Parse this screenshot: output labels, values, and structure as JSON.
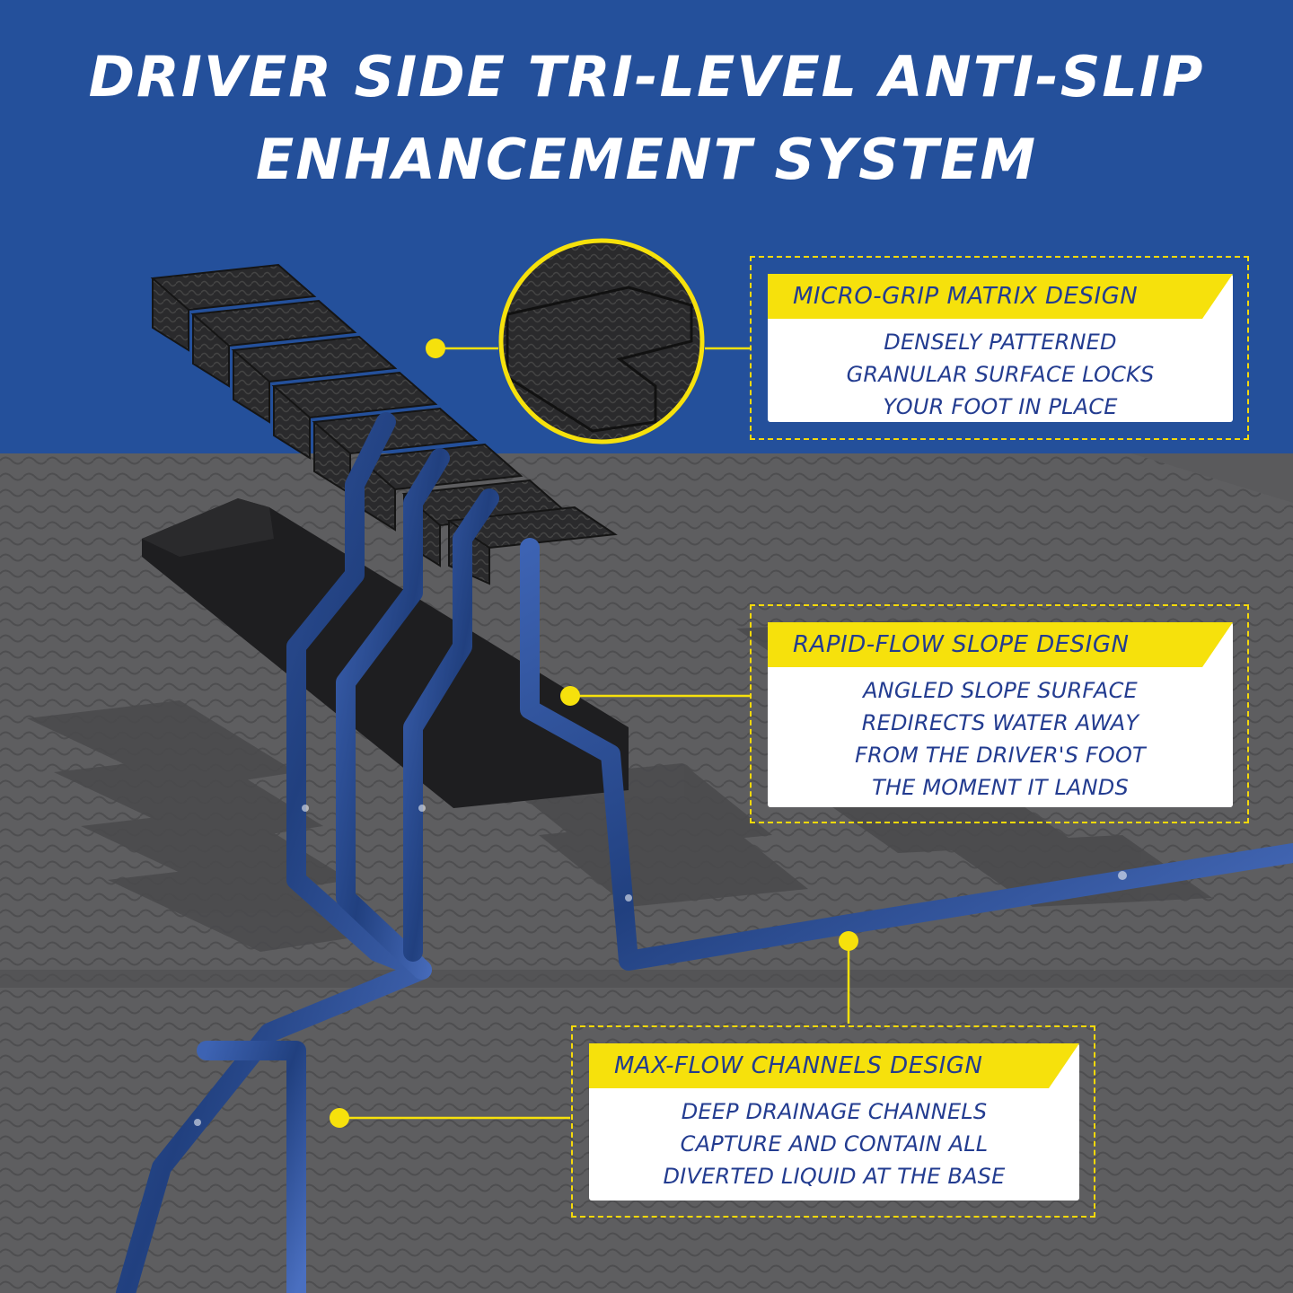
{
  "headline": {
    "line1": "DRIVER SIDE TRI-LEVEL ANTI-SLIP",
    "line2": "ENHANCEMENT SYSTEM"
  },
  "callouts": [
    {
      "title": "MICRO-GRIP MATRIX DESIGN",
      "lines": [
        "DENSELY PATTERNED",
        "GRANULAR SURFACE LOCKS",
        "YOUR FOOT IN PLACE"
      ]
    },
    {
      "title": "RAPID-FLOW SLOPE DESIGN",
      "lines": [
        "ANGLED SLOPE SURFACE",
        "REDIRECTS WATER AWAY",
        "FROM THE DRIVER'S FOOT",
        "THE MOMENT IT LANDS"
      ]
    },
    {
      "title": "MAX-FLOW CHANNELS DESIGN",
      "lines": [
        "DEEP DRAINAGE CHANNELS",
        "CAPTURE AND CONTAIN ALL",
        "DIVERTED LIQUID AT THE BASE"
      ]
    }
  ],
  "colors": {
    "banner_blue": "#24509b",
    "accent_yellow": "#f6e10c",
    "text_navy": "#233c90",
    "mat_gray": "#5a5a5c",
    "water_blue": "#2e4f9a"
  },
  "icons": [
    "magnifier-circle-icon",
    "callout-dot-icon"
  ]
}
